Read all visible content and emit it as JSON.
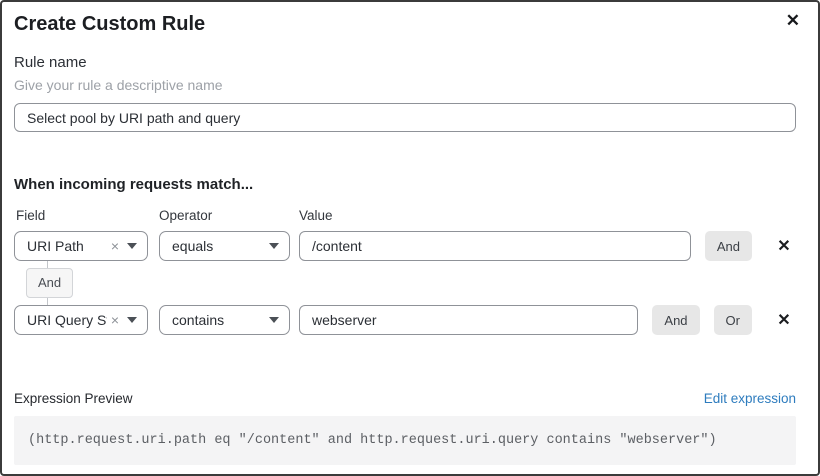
{
  "modal": {
    "title": "Create Custom Rule"
  },
  "icons": {
    "close": "✕",
    "clear": "×",
    "remove": "✕"
  },
  "rule_name": {
    "label": "Rule name",
    "helper": "Give your rule a descriptive name",
    "value": "Select pool by URI path and query"
  },
  "matcher": {
    "heading": "When incoming requests match...",
    "columns": {
      "field": "Field",
      "operator": "Operator",
      "value": "Value"
    },
    "connector": "And",
    "rows": [
      {
        "field": "URI Path",
        "operator": "equals",
        "value": "/content",
        "and_label": "And"
      },
      {
        "field": "URI Query St...",
        "operator": "contains",
        "value": "webserver",
        "and_label": "And",
        "or_label": "Or"
      }
    ]
  },
  "expression": {
    "label": "Expression Preview",
    "edit_link": "Edit expression",
    "code": "(http.request.uri.path eq \"/content\" and http.request.uri.query contains \"webserver\")"
  },
  "colors": {
    "link_blue": "#2e7cbe",
    "button_gray": "#e7e7e7",
    "input_border": "#8f9298",
    "modal_border": "#3b3b3b"
  }
}
